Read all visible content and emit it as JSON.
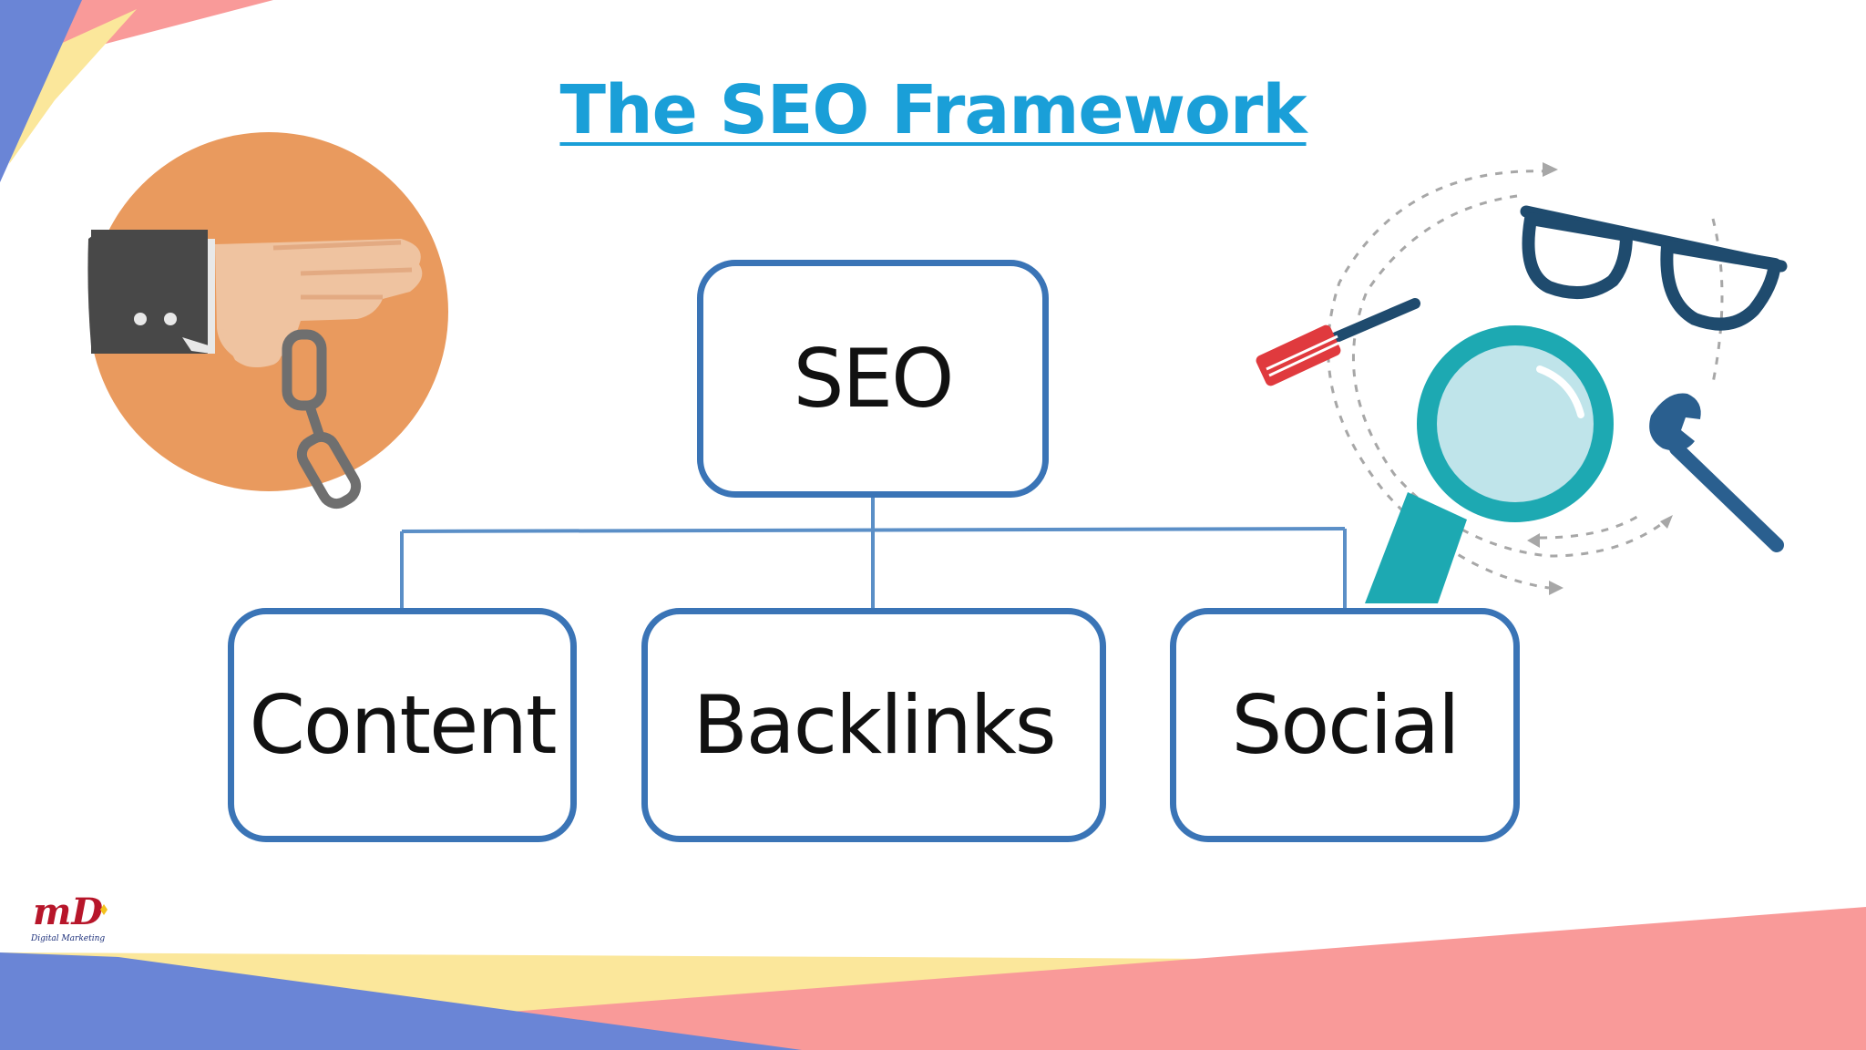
{
  "title": "The SEO Framework",
  "diagram": {
    "root": "SEO",
    "children": [
      "Content",
      "Backlinks",
      "Social"
    ]
  },
  "logo": {
    "monogram": "mD",
    "wordmark": "Digital Marketing"
  },
  "icons": [
    "hand-holding-chain-icon",
    "magnifying-glass-icon",
    "glasses-icon",
    "screwdriver-icon",
    "wrench-icon"
  ],
  "colors": {
    "title": "#1a9fd8",
    "box_border": "#3a74b6",
    "connector": "#5b8fc7",
    "corner_blue": "#6a85d6",
    "corner_yellow": "#fbe79b",
    "corner_pink": "#f99a99",
    "circle_orange": "#e99a5e",
    "magnifier_teal": "#1da9b2"
  }
}
